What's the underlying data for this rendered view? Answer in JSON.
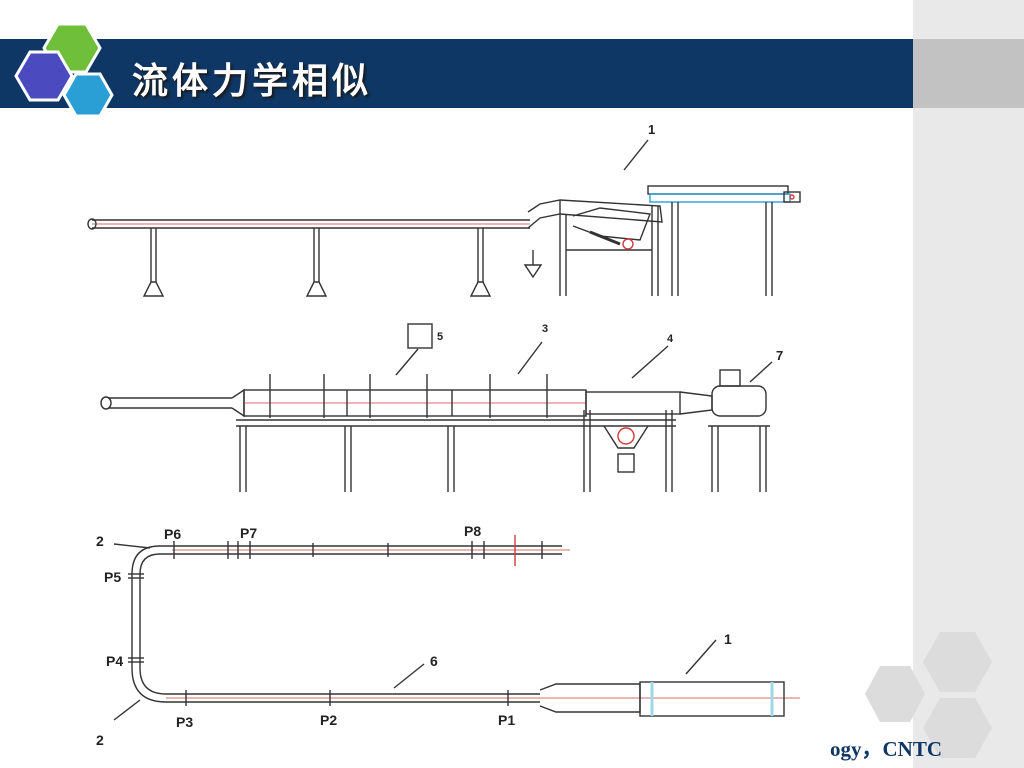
{
  "slide": {
    "title": "流体力学相似",
    "footer": "ogy，CNTC"
  },
  "diagram": {
    "top_view": {
      "labels": [
        "1"
      ]
    },
    "middle_view": {
      "labels": [
        "5",
        "3",
        "4",
        "7"
      ]
    },
    "bottom_view": {
      "labels": [
        "1",
        "6",
        "2",
        "2"
      ],
      "measurement_points": [
        "P1",
        "P2",
        "P3",
        "P4",
        "P5",
        "P6",
        "P7",
        "P8"
      ]
    }
  },
  "colors": {
    "title_bar": "#0e3766",
    "hex_blue": "#3c77c9",
    "hex_green": "#6fbf3a",
    "hex_purple": "#4b4bbf",
    "hex_cyan": "#2a9fd6",
    "pipe_cyan": "#9fd8e8",
    "center_line": "#d23a3a"
  }
}
